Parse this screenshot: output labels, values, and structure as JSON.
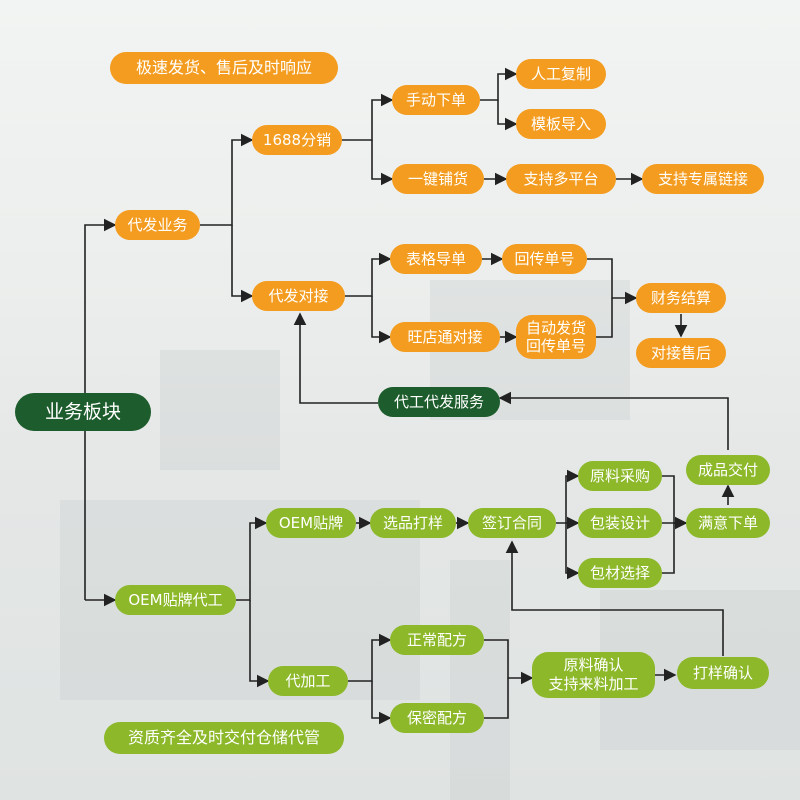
{
  "colors": {
    "orange": "#f39c1f",
    "green": "#8cb82a",
    "dark_green": "#1d5c2c",
    "line": "#222222"
  },
  "root": "业务板块",
  "banner_top": "极速发货、售后及时响应",
  "banner_bottom": "资质齐全及时交付仓储代管",
  "dropship": {
    "label": "代发业务",
    "fx1688": {
      "label": "1688分销",
      "manual": {
        "label": "手动下单",
        "children": [
          "人工复制",
          "模板导入"
        ]
      },
      "one_click": {
        "label": "一键铺货",
        "chain": [
          "支持多平台",
          "支持专属链接"
        ]
      }
    },
    "docking": {
      "label": "代发对接",
      "excel": {
        "label": "表格导单",
        "next": "回传单号"
      },
      "wangdian": {
        "label": "旺店通对接",
        "next": "自动发货\n回传单号"
      },
      "finance": "财务结算",
      "after_sales": "对接售后"
    }
  },
  "service_box": "代工代发服务",
  "oem": {
    "label": "OEM贴牌代工",
    "oem_brand": {
      "label": "OEM贴牌",
      "select": "选品打样",
      "contract": "签订合同",
      "parallel": [
        "原料采购",
        "包装设计",
        "包材选择"
      ],
      "satisfied": "满意下单",
      "delivery": "成品交付"
    },
    "processing": {
      "label": "代加工",
      "recipes": [
        "正常配方",
        "保密配方"
      ],
      "confirm": "原料确认\n支持来料加工",
      "sample_confirm": "打样确认"
    }
  }
}
